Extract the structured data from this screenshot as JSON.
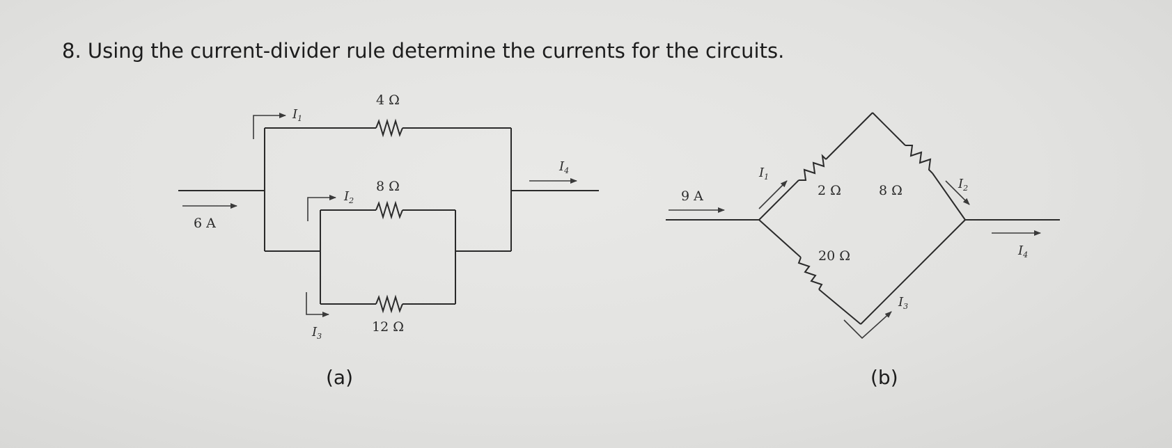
{
  "question": {
    "text": "8. Using the current-divider rule determine the currents for the circuits."
  },
  "circuit_a": {
    "caption": "(a)",
    "source": "6 A",
    "resistors": {
      "r_top": "4 Ω",
      "r_mid": "8 Ω",
      "r_bottom": "12 Ω"
    },
    "currents": {
      "i1": {
        "sym": "I",
        "sub": "1"
      },
      "i2": {
        "sym": "I",
        "sub": "2"
      },
      "i3": {
        "sym": "I",
        "sub": "3"
      },
      "i4": {
        "sym": "I",
        "sub": "4"
      }
    }
  },
  "circuit_b": {
    "caption": "(b)",
    "source": "9 A",
    "resistors": {
      "r_upper_left": "2 Ω",
      "r_upper_right": "8 Ω",
      "r_lower": "20 Ω"
    },
    "currents": {
      "i1": {
        "sym": "I",
        "sub": "1"
      },
      "i2": {
        "sym": "I",
        "sub": "2"
      },
      "i3": {
        "sym": "I",
        "sub": "3"
      },
      "i4": {
        "sym": "I",
        "sub": "4"
      }
    }
  }
}
